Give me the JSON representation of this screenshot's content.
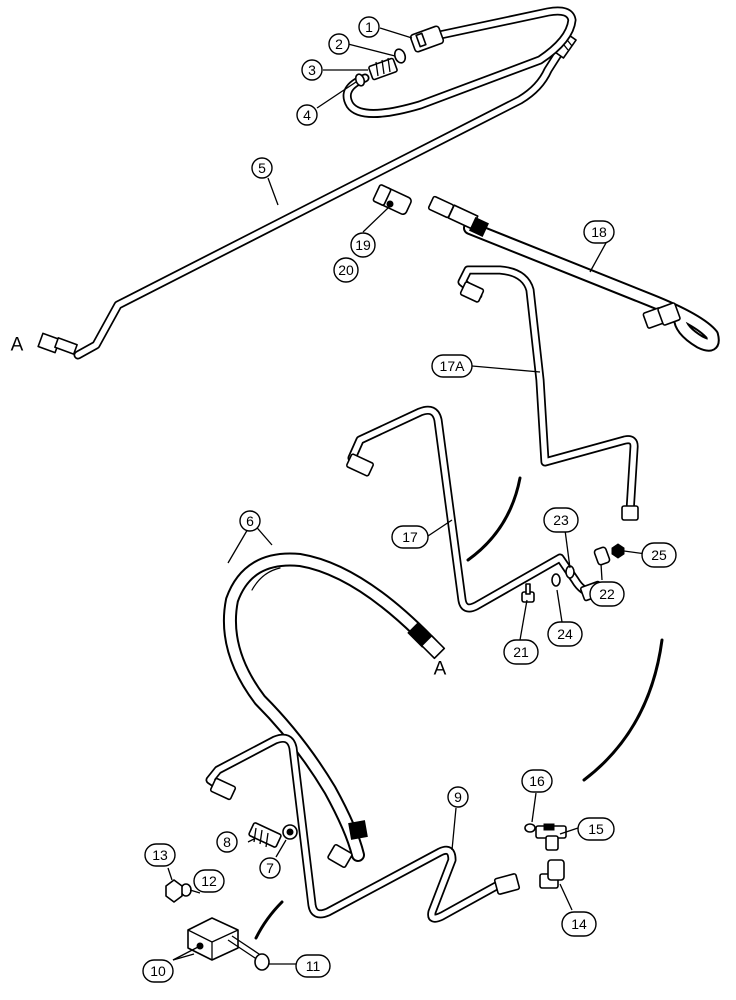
{
  "callouts": {
    "c1": "1",
    "c2": "2",
    "c3": "3",
    "c4": "4",
    "c5": "5",
    "c6": "6",
    "c7": "7",
    "c8": "8",
    "c9": "9",
    "c10": "10",
    "c11": "11",
    "c12": "12",
    "c13": "13",
    "c14": "14",
    "c15": "15",
    "c16": "16",
    "c17": "17",
    "c17a": "17A",
    "c18": "18",
    "c19": "19",
    "c20": "20",
    "c21": "21",
    "c22": "22",
    "c23": "23",
    "c24": "24",
    "c25": "25"
  },
  "connection_marks": {
    "a_top": "A",
    "a_bottom": "A"
  }
}
